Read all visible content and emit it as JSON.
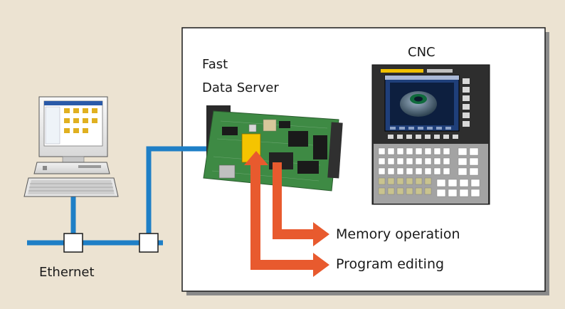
{
  "labels": {
    "fds_line1": "Fast",
    "fds_line2": "Data Server",
    "cnc": "CNC",
    "memory_operation": "Memory operation",
    "program_editing": "Program editing",
    "ethernet": "Ethernet"
  },
  "colors": {
    "background": "#ECE3D2",
    "panel": "#FFFFFF",
    "network_line": "#1E7FC6",
    "arrow": "#E85A2E",
    "pcb_green": "#3E8A44",
    "chip_yellow": "#F5C400",
    "cnc_bezel": "#2E2E2E",
    "cnc_screen": "#1F3F7A",
    "cnc_keypad": "#A3A3A3"
  },
  "icons": [
    "computer-icon",
    "network-hub-icon",
    "circuit-board-icon",
    "cnc-controller-icon",
    "arrow-icon"
  ]
}
